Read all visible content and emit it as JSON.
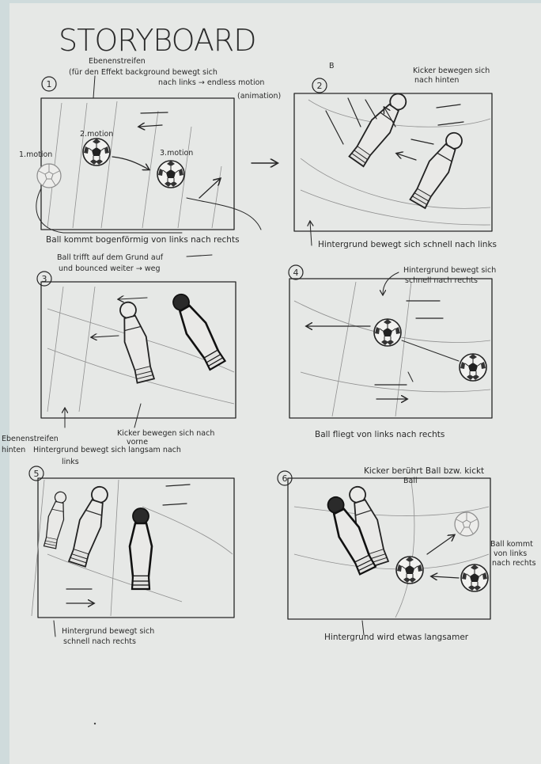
{
  "title": "STORYBOARD",
  "panels": [
    {
      "number": "1",
      "note_top_1": "Ebenenstreifen",
      "note_top_2": "(für den Effekt background bewegt sich",
      "note_top_3": "nach links → endless motion",
      "note_top_4": "(animation)",
      "motion_1": "1.motion",
      "motion_2": "2.motion",
      "motion_3": "3.motion",
      "caption_1": "Ball kommt bogenförmig von links nach rechts",
      "caption_2": "Ball trifft auf dem Grund auf",
      "caption_3": "und bounced weiter → weg"
    },
    {
      "number": "2",
      "note_b": "B",
      "note_top_1": "Kicker bewegen sich",
      "note_top_2": "nach hinten",
      "caption": "Hintergrund bewegt sich schnell nach links"
    },
    {
      "number": "3",
      "caption_left_1": "Ebenenstreifen",
      "caption_left_2": "hinten",
      "caption_right_1": "Kicker bewegen sich nach",
      "caption_right_2": "vorne",
      "caption_3": "Hintergrund bewegt sich langsam nach",
      "caption_4": "links"
    },
    {
      "number": "4",
      "note_top_1": "Hintergrund bewegt sich",
      "note_top_2": "schnell nach rechts",
      "caption": "Ball fliegt von links nach rechts"
    },
    {
      "number": "5",
      "caption_1": "Hintergrund bewegt sich",
      "caption_2": "schnell nach rechts"
    },
    {
      "number": "6",
      "note_top_1": "Kicker berührt Ball bzw. kickt",
      "note_top_2": "Ball",
      "note_side_1": "Ball kommt",
      "note_side_2": "von links",
      "note_side_3": "nach rechts",
      "caption": "Hintergrund wird etwas langsamer"
    }
  ]
}
